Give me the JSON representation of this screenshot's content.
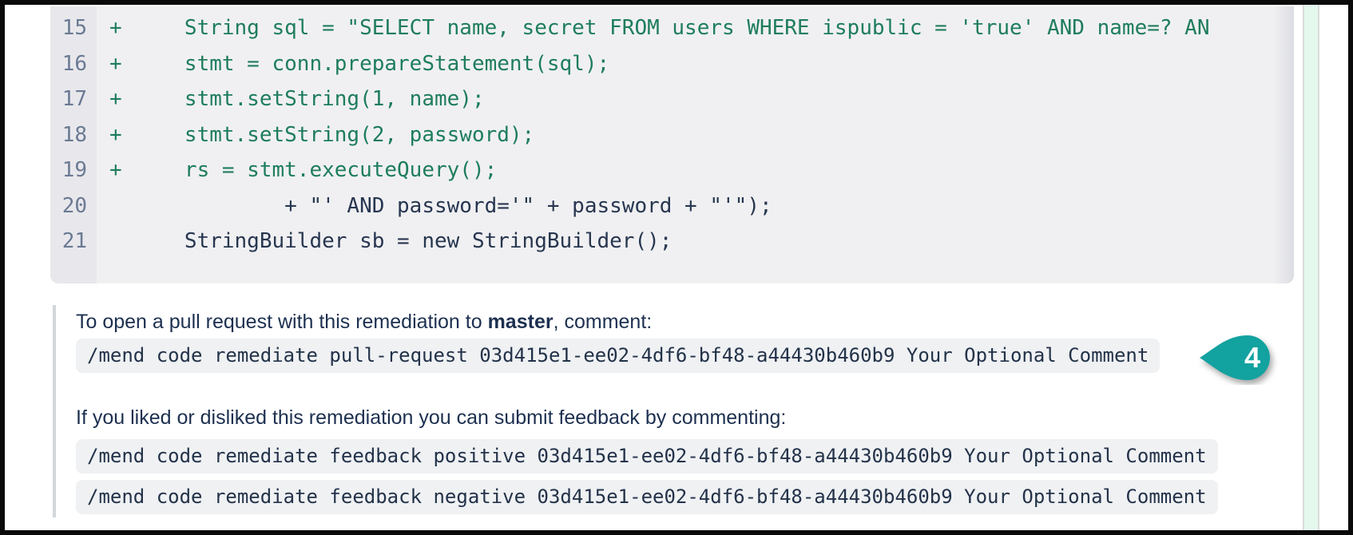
{
  "colors": {
    "added_line": "#1e7d5c",
    "code_text": "#273650",
    "line_number": "#6b7a94",
    "code_bg": "#f0f0f2",
    "gutter_bg": "#e8e8ec",
    "body_text": "#1d3050",
    "inline_code_bg": "#eff1f3",
    "badge_teal": "#12a2a0",
    "scroll_strip_mint": "#e4f8ed"
  },
  "diff": {
    "lines": [
      {
        "num": "15",
        "type": "add",
        "text": "+     String sql = \"SELECT name, secret FROM users WHERE ispublic = 'true' AND name=? AN"
      },
      {
        "num": "16",
        "type": "add",
        "text": "+     stmt = conn.prepareStatement(sql);"
      },
      {
        "num": "17",
        "type": "add",
        "text": "+     stmt.setString(1, name);"
      },
      {
        "num": "18",
        "type": "add",
        "text": "+     stmt.setString(2, password);"
      },
      {
        "num": "19",
        "type": "add",
        "text": "+     rs = stmt.executeQuery();"
      },
      {
        "num": "20",
        "type": "ctx",
        "text": "              + \"' AND password='\" + password + \"'\");"
      },
      {
        "num": "21",
        "type": "ctx",
        "text": "      StringBuilder sb = new StringBuilder();"
      }
    ]
  },
  "remediation": {
    "pr_text_before": "To open a pull request with this remediation to ",
    "pr_branch": "master",
    "pr_text_after": ", comment:",
    "pr_command": "/mend code remediate pull-request 03d415e1-ee02-4df6-bf48-a44430b460b9 Your Optional Comment",
    "feedback_text": "If you liked or disliked this remediation you can submit feedback by commenting:",
    "feedback_positive_command": "/mend code remediate feedback positive 03d415e1-ee02-4df6-bf48-a44430b460b9 Your Optional Comment",
    "feedback_negative_command": "/mend code remediate feedback negative 03d415e1-ee02-4df6-bf48-a44430b460b9 Your Optional Comment"
  },
  "annotation": {
    "number": "4"
  }
}
